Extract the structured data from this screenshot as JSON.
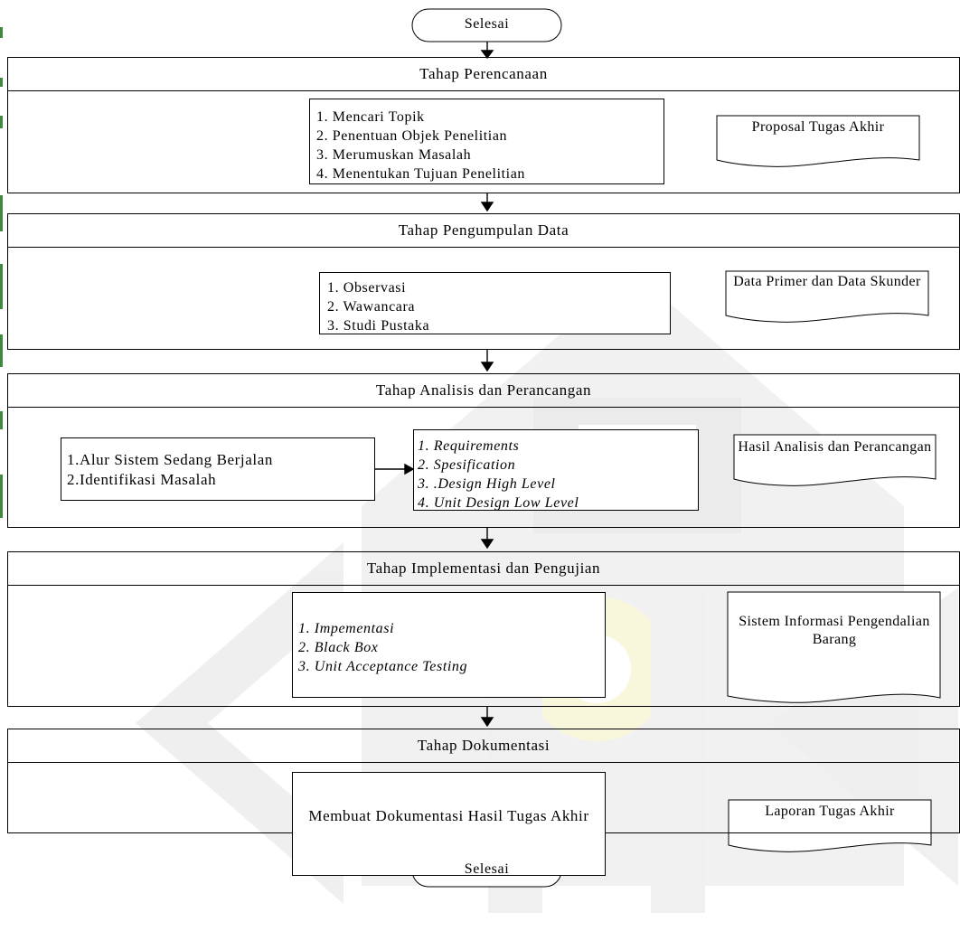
{
  "terminators": {
    "start": "Selesai",
    "end": "Selesai"
  },
  "phases": [
    {
      "title": "Tahap Perencanaan",
      "activities": [
        "1. Mencari Topik",
        "2. Penentuan Objek Penelitian",
        "3.  Merumuskan Masalah",
        "4.  Menentukan Tujuan Penelitian"
      ],
      "output": "Proposal Tugas Akhir"
    },
    {
      "title": "Tahap Pengumpulan Data",
      "activities": [
        "1. Observasi",
        "2. Wawancara",
        "3.  Studi Pustaka"
      ],
      "output": "Data Primer dan Data Skunder"
    },
    {
      "title": "Tahap Analisis dan Perancangan",
      "inputs": [
        "1.Alur Sistem Sedang Berjalan",
        "2.Identifikasi Masalah"
      ],
      "activities": [
        "1. Requirements",
        "2.  Spesification",
        "3. .Design High Level",
        "4. Unit Design Low Level"
      ],
      "output": "Hasil Analisis dan Perancangan"
    },
    {
      "title": "Tahap  Implementasi dan Pengujian",
      "activities": [
        "1.  Impementasi",
        "2. Black Box",
        "3.  Unit Acceptance Testing"
      ],
      "output": "Sistem Informasi Pengendalian Barang"
    },
    {
      "title": "Tahap Dokumentasi",
      "activities": [
        "Membuat Dokumentasi Hasil Tugas Akhir"
      ],
      "output": "Laporan Tugas Akhir"
    }
  ],
  "colors": {
    "line": "#000000",
    "watermark_green": "#3b8a3e",
    "watermark_gray": "#d8d8d8",
    "watermark_yellow": "#f1ecb4"
  }
}
